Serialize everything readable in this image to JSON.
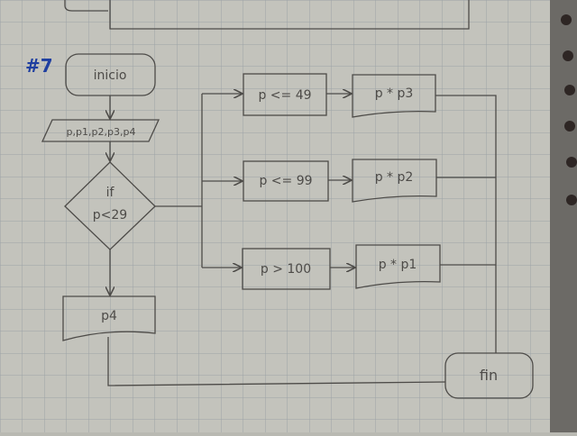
{
  "exercise_label": "#7",
  "nodes": {
    "start": "inicio",
    "input": "p,p1,p2,p3,p4",
    "decision": {
      "line1": "if",
      "line2": "p<29"
    },
    "output_p4": "p4",
    "cond_49": "p <= 49",
    "cond_99": "p <= 99",
    "cond_100": "p > 100",
    "out_p3": "p * p3",
    "out_p2": "p * p2",
    "out_p1": "p * p1",
    "end": "fin"
  },
  "colors": {
    "paper": "#c2c2bb",
    "grid": "#9da5a8",
    "pencil": "#4d4b48",
    "ink_blue": "#1f3fa0"
  }
}
